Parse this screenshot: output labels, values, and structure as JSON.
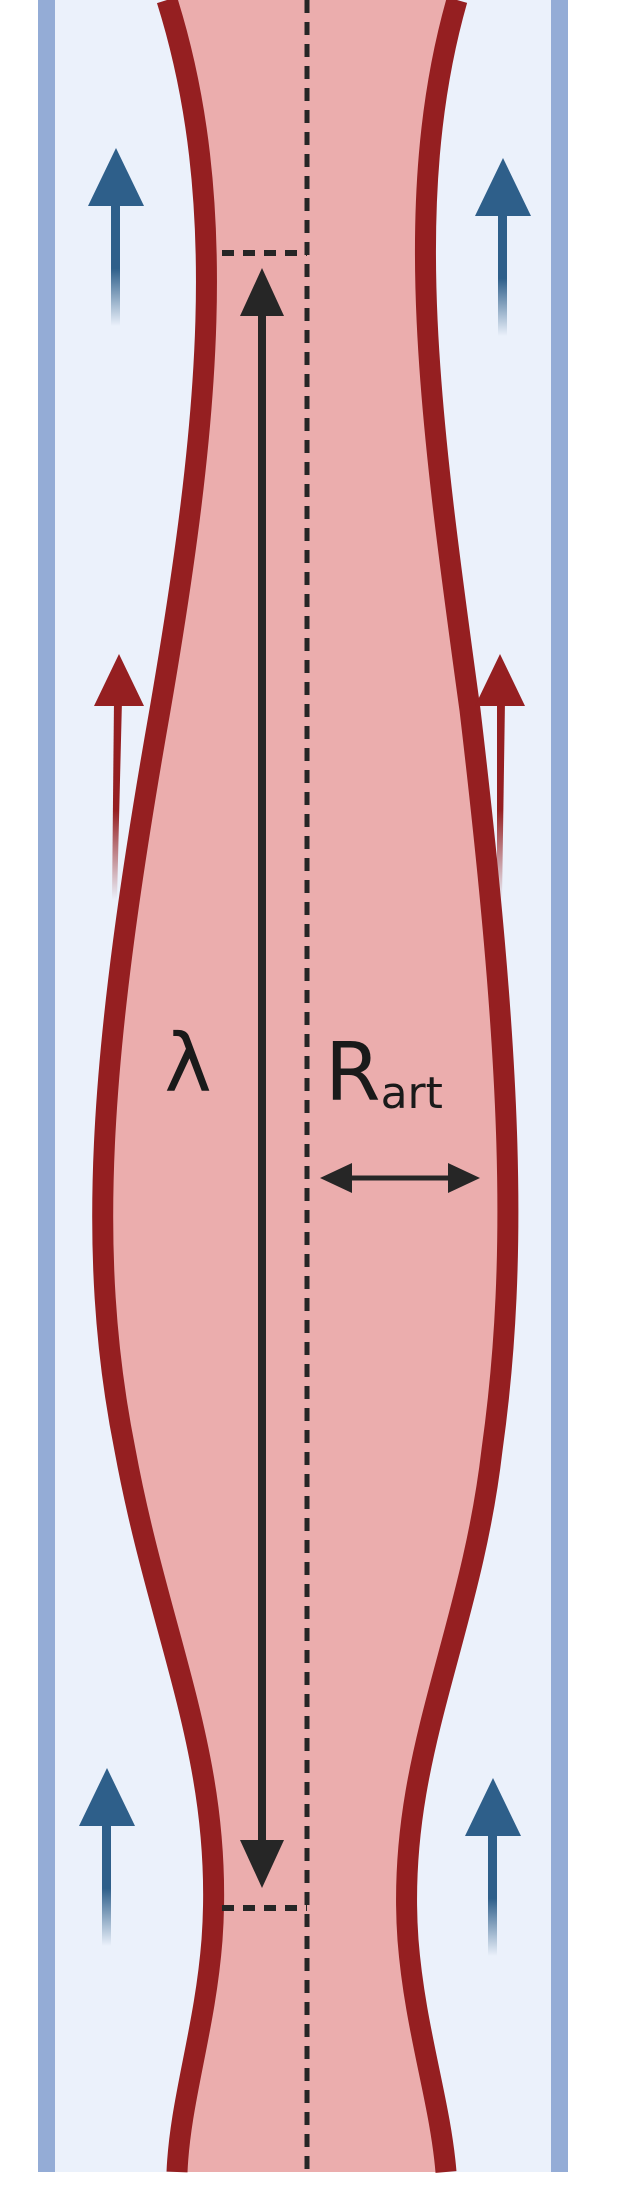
{
  "labels": {
    "wavelength": "λ",
    "radius_main": "R",
    "radius_sub": "art"
  },
  "colors": {
    "page_background": "#ffffff",
    "channel_fill": "#ebf1fb",
    "channel_wall": "#94acd6",
    "artery_fill": "#ebadad",
    "artery_wall": "#951f21",
    "flow_arrow_outer": "#2e5f8a",
    "flow_arrow_wall": "#951f21",
    "dimension_line": "#262626"
  },
  "icons": {
    "outer_flow": "arrow-up-icon",
    "wall_motion": "arrow-up-icon",
    "wavelength": "double-arrow-vertical-icon",
    "radius": "double-arrow-horizontal-icon"
  }
}
